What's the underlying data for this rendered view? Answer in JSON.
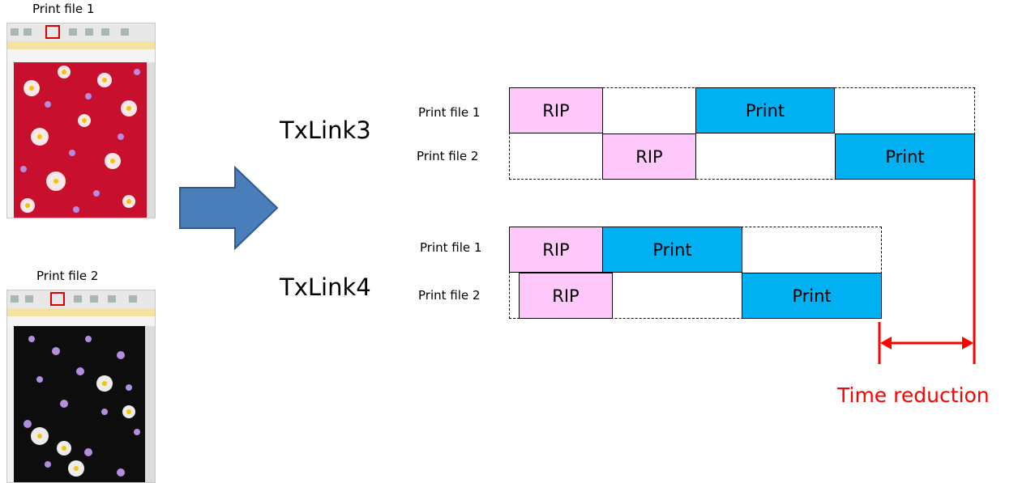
{
  "thumbnails": [
    {
      "caption": "Print file 1",
      "theme": "red floral"
    },
    {
      "caption": "Print file 2",
      "theme": "black floral"
    }
  ],
  "colors": {
    "rip": "#ffc8fa",
    "print": "#00b0f0",
    "arrow": "#4a7ebb",
    "reduction": "#ff0000"
  },
  "txlink3": {
    "label": "TxLink3",
    "rows": [
      {
        "label": "Print file 1",
        "rip": "RIP",
        "print": "Print"
      },
      {
        "label": "Print file 2",
        "rip": "RIP",
        "print": "Print"
      }
    ]
  },
  "txlink4": {
    "label": "TxLink4",
    "rows": [
      {
        "label": "Print file 1",
        "rip": "RIP",
        "print": "Print"
      },
      {
        "label": "Print file 2",
        "rip": "RIP",
        "print": "Print"
      }
    ]
  },
  "annotation": {
    "time_reduction": "Time reduction"
  }
}
